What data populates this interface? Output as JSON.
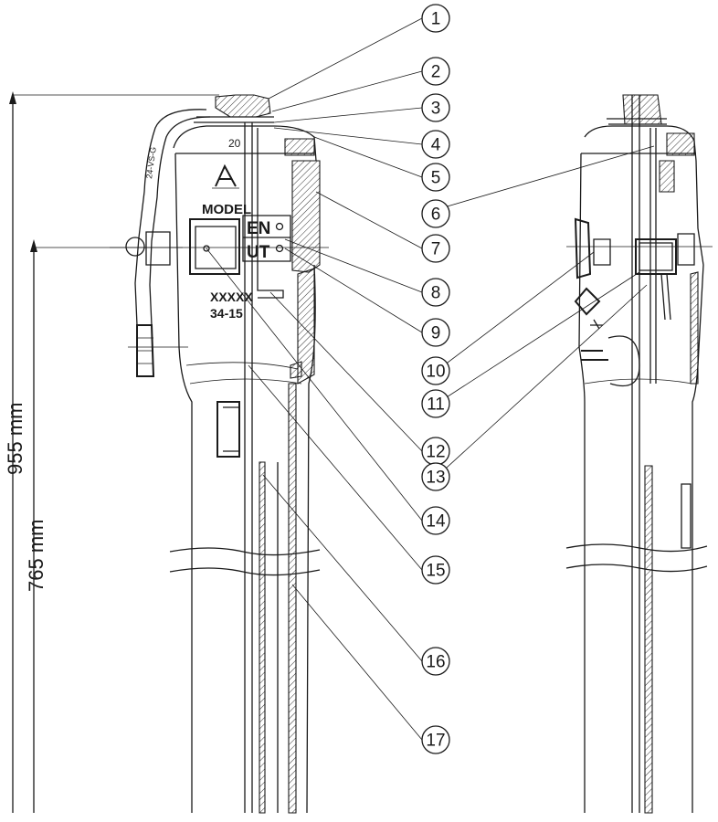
{
  "dimensions": {
    "overall": "955 mm",
    "centerline": "765 mm"
  },
  "left_view_labels": {
    "model": "MODEL",
    "code": "XXXXX",
    "number": "34-15",
    "top_number": "20",
    "en_label": "EN",
    "ut_label": "UT",
    "hose_text": "24-VS-G"
  },
  "callouts": [
    {
      "number": "1"
    },
    {
      "number": "2"
    },
    {
      "number": "3"
    },
    {
      "number": "4"
    },
    {
      "number": "5"
    },
    {
      "number": "6"
    },
    {
      "number": "7"
    },
    {
      "number": "8"
    },
    {
      "number": "9"
    },
    {
      "number": "10"
    },
    {
      "number": "11"
    },
    {
      "number": "12"
    },
    {
      "number": "13"
    },
    {
      "number": "14"
    },
    {
      "number": "15"
    },
    {
      "number": "16"
    },
    {
      "number": "17"
    }
  ],
  "colors": {
    "line": "#1a1a1a",
    "background": "#ffffff"
  }
}
